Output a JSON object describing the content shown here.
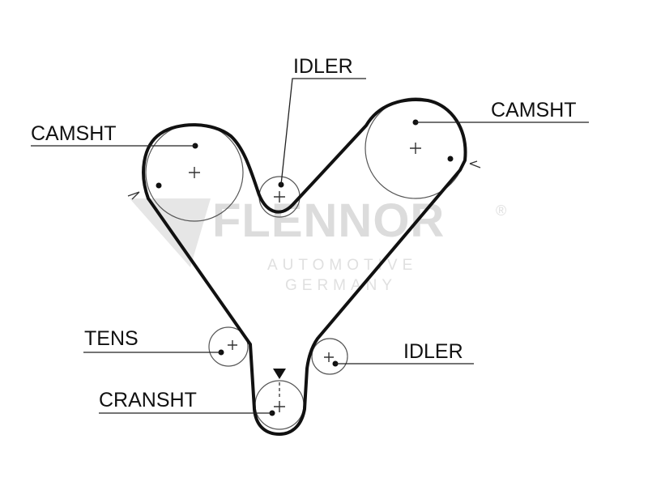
{
  "labels": {
    "camsht_left": "CAMSHT",
    "idler_top": "IDLER",
    "camsht_right": "CAMSHT",
    "tens": "TENS",
    "idler_right": "IDLER",
    "cranksht": "CRANSHT"
  },
  "watermark": {
    "brand": "FLENNOR",
    "registered": "®",
    "line1": "AUTOMOTIVE",
    "line2": "GERMANY"
  },
  "colors": {
    "belt": "#111111",
    "watermark": "#dcdcdc"
  }
}
